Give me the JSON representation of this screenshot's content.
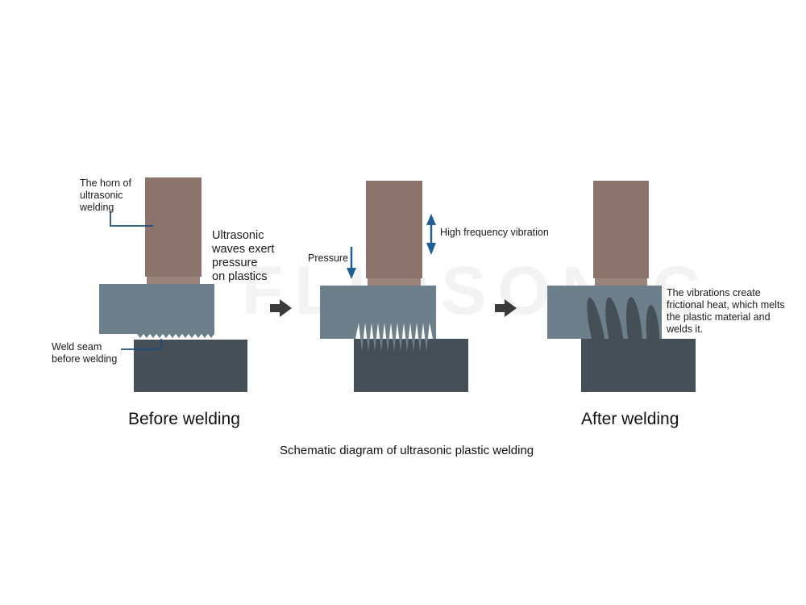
{
  "watermark": "FLIOSONIC",
  "stages": {
    "before": {
      "horn_label": "The horn of\n ultrasonic\nwelding",
      "pressure_text": "Ultrasonic\nwaves exert\n pressure\non plastics",
      "weld_seam_label": "Weld seam\nbefore welding",
      "caption": "Before welding"
    },
    "during": {
      "pressure_label": "Pressure",
      "vibration_label": "High frequency vibration"
    },
    "after": {
      "result_text": "The vibrations create\nfrictional heat, which melts\nthe plastic material and\nwelds it.",
      "caption": "After welding"
    }
  },
  "title": "Schematic diagram of ultrasonic plastic welding",
  "colors": {
    "horn": "#8a746c",
    "horn_tip": "#9b847b",
    "upper_part": "#6d7f8a",
    "lower_part": "#454f57",
    "pointer": "#1f4e79",
    "arrow_blue": "#1f5e96",
    "flow_arrow": "#3a3a3a"
  }
}
